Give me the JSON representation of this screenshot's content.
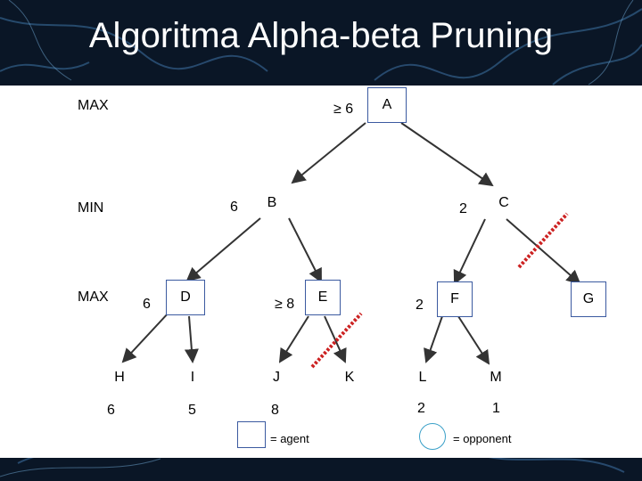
{
  "slide": {
    "title": "Algoritma Alpha-beta Pruning"
  },
  "levels": {
    "max_top": "MAX",
    "min": "MIN",
    "max_mid": "MAX"
  },
  "nodes": {
    "A": "A",
    "B": "B",
    "C": "C",
    "D": "D",
    "E": "E",
    "F": "F",
    "G": "G",
    "H": "H",
    "I": "I",
    "J": "J",
    "K": "K",
    "L": "L",
    "M": "M"
  },
  "bounds": {
    "A": "≥ 6",
    "B": "6",
    "C": "2",
    "D": "6",
    "E": "≥ 8",
    "F": "2"
  },
  "leaf_values": {
    "H": "6",
    "I": "5",
    "J": "8",
    "L": "2",
    "M": "1"
  },
  "legend": {
    "agent": "= agent",
    "opponent": "= opponent"
  },
  "colors": {
    "node_border": "#3b5aa0",
    "pruned": "#cc2222",
    "arrow": "#333333",
    "background": "#0a1626"
  }
}
